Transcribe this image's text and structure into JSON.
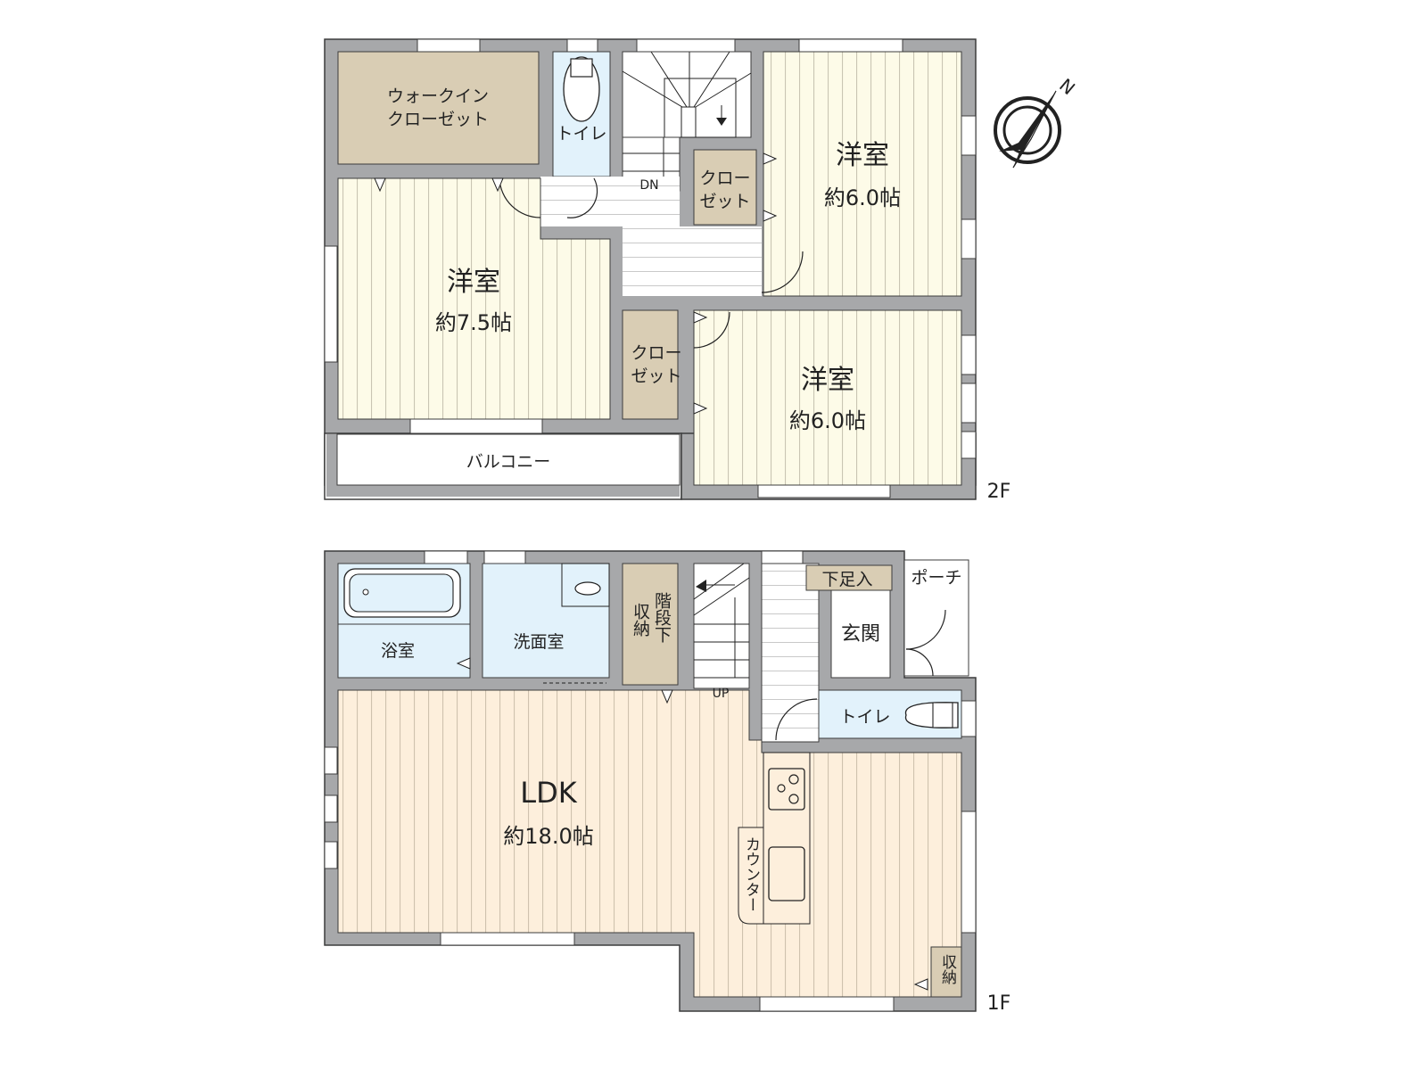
{
  "colors": {
    "wall": "#a7a8aa",
    "wall_stroke": "#3c3c3c",
    "western_floor": "#fdfbe8",
    "ldk_floor": "#fdefdc",
    "closet": "#d9cdb4",
    "wet_area": "#e2f2fb",
    "plain": "#ffffff",
    "stripe": "#c4c0b0"
  },
  "compass": {
    "label": "N"
  },
  "floor2": {
    "label": "2F",
    "rooms": {
      "walk_in_closet": {
        "line1": "ウォークイン",
        "line2": "クローゼット"
      },
      "toilet": {
        "label": "トイレ"
      },
      "stairs": {
        "label": "DN"
      },
      "closet_a": {
        "line1": "クロー",
        "line2": "ゼット"
      },
      "bedroom_ne": {
        "name": "洋室",
        "size": "約6.0帖"
      },
      "bedroom_w": {
        "name": "洋室",
        "size": "約7.5帖"
      },
      "closet_b": {
        "line1": "クロー",
        "line2": "ゼット"
      },
      "bedroom_se": {
        "name": "洋室",
        "size": "約6.0帖"
      },
      "balcony": {
        "label": "バルコニー"
      }
    }
  },
  "floor1": {
    "label": "1F",
    "rooms": {
      "bathroom": {
        "label": "浴室"
      },
      "washroom": {
        "label": "洗面室"
      },
      "under_stairs_storage": {
        "col1": "収納",
        "col2": "階段下"
      },
      "stairs": {
        "label": "UP"
      },
      "shoe_storage": {
        "label": "下足入"
      },
      "porch": {
        "label": "ポーチ"
      },
      "entrance": {
        "label": "玄関"
      },
      "toilet": {
        "label": "トイレ"
      },
      "ldk": {
        "name": "LDK",
        "size": "約18.0帖"
      },
      "counter": {
        "label": "カウンター"
      },
      "storage": {
        "label": "収納"
      }
    }
  }
}
